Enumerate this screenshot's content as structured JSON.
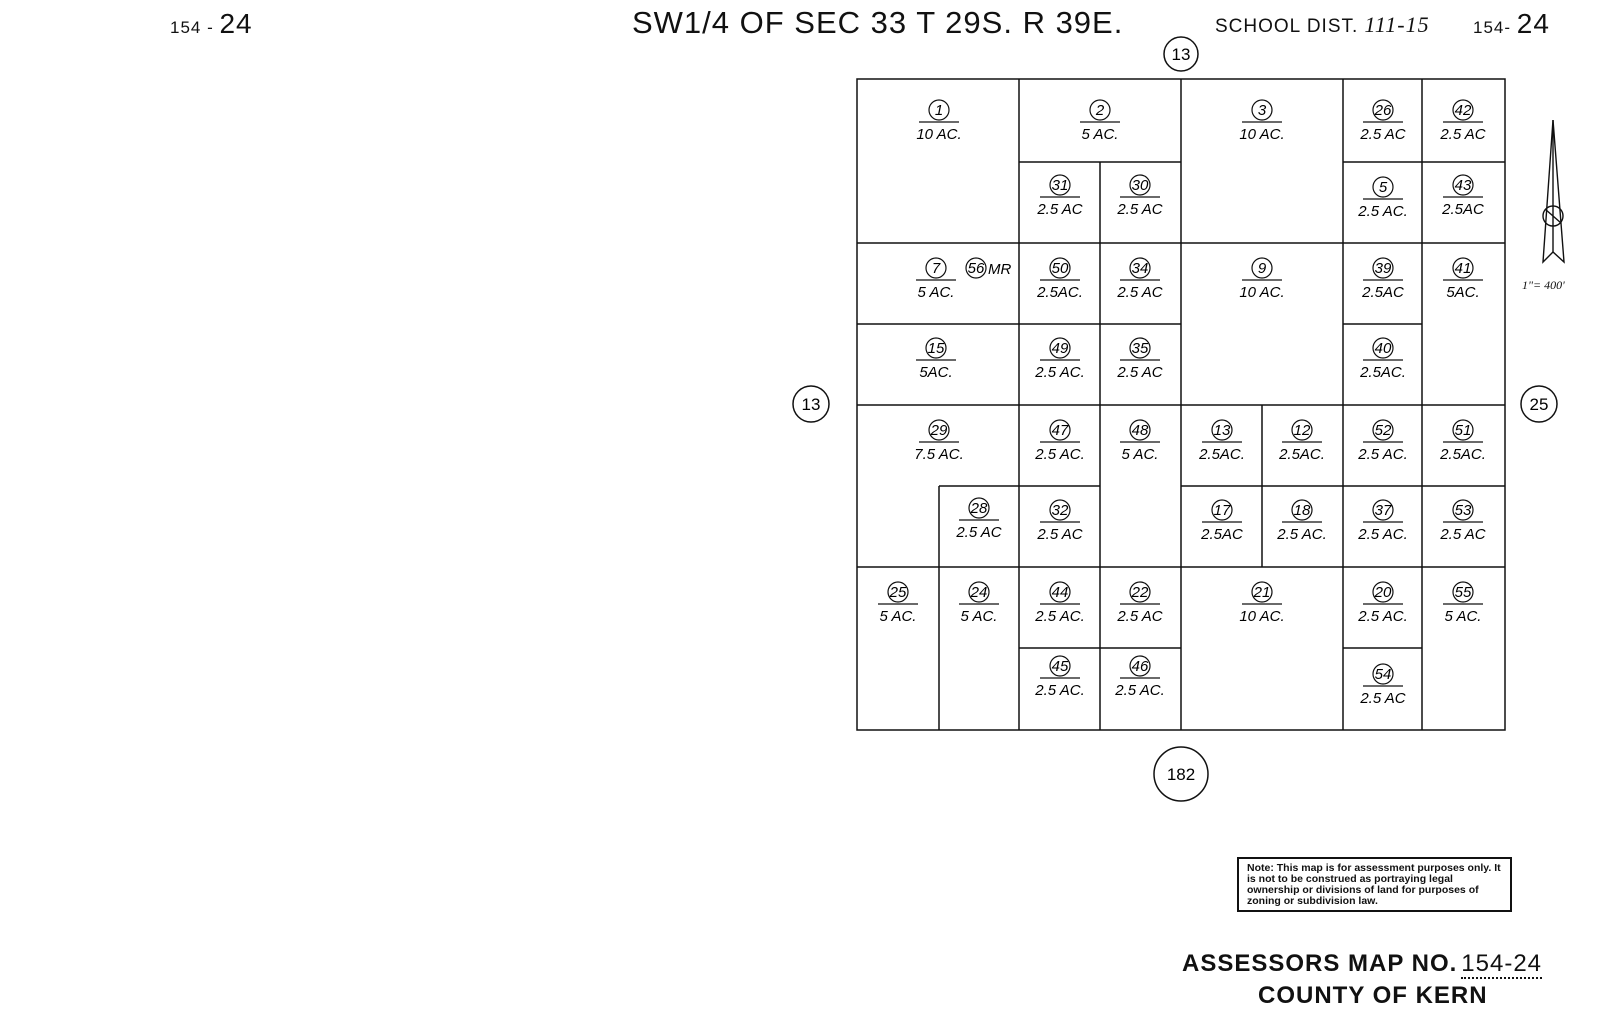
{
  "header": {
    "map_page_left_prefix": "154",
    "map_page_left_suffix": "24",
    "title": "SW1/4 OF SEC 33 T 29S. R 39E.",
    "school_label": "SCHOOL DIST.",
    "school_value": "111-15",
    "map_page_right_prefix": "154",
    "map_page_right_suffix": "24"
  },
  "scale": "1\"= 400'",
  "adjacent_maps": {
    "north": "13",
    "west": "13",
    "east": "25",
    "south": "182"
  },
  "parcels": [
    {
      "num": "1",
      "area": "10 AC."
    },
    {
      "num": "2",
      "area": "5 AC."
    },
    {
      "num": "3",
      "area": "10 AC."
    },
    {
      "num": "26",
      "area": "2.5 AC"
    },
    {
      "num": "42",
      "area": "2.5 AC"
    },
    {
      "num": "31",
      "area": "2.5 AC"
    },
    {
      "num": "30",
      "area": "2.5 AC"
    },
    {
      "num": "5",
      "area": "2.5 AC."
    },
    {
      "num": "43",
      "area": "2.5AC"
    },
    {
      "num": "7",
      "area": "5 AC."
    },
    {
      "num": "50",
      "area": "2.5AC."
    },
    {
      "num": "34",
      "area": "2.5 AC"
    },
    {
      "num": "9",
      "area": "10 AC."
    },
    {
      "num": "39",
      "area": "2.5AC"
    },
    {
      "num": "41",
      "area": "5AC."
    },
    {
      "num": "15",
      "area": "5AC."
    },
    {
      "num": "49",
      "area": "2.5 AC."
    },
    {
      "num": "35",
      "area": "2.5 AC"
    },
    {
      "num": "40",
      "area": "2.5AC."
    },
    {
      "num": "29",
      "area": "7.5 AC."
    },
    {
      "num": "47",
      "area": "2.5 AC."
    },
    {
      "num": "48",
      "area": "5 AC."
    },
    {
      "num": "13",
      "area": "2.5AC."
    },
    {
      "num": "12",
      "area": "2.5AC."
    },
    {
      "num": "52",
      "area": "2.5 AC."
    },
    {
      "num": "51",
      "area": "2.5AC."
    },
    {
      "num": "28",
      "area": "2.5 AC"
    },
    {
      "num": "32",
      "area": "2.5 AC"
    },
    {
      "num": "17",
      "area": "2.5AC"
    },
    {
      "num": "18",
      "area": "2.5 AC."
    },
    {
      "num": "37",
      "area": "2.5 AC."
    },
    {
      "num": "53",
      "area": "2.5 AC"
    },
    {
      "num": "25",
      "area": "5 AC."
    },
    {
      "num": "24",
      "area": "5 AC."
    },
    {
      "num": "44",
      "area": "2.5 AC."
    },
    {
      "num": "22",
      "area": "2.5 AC"
    },
    {
      "num": "21",
      "area": "10 AC."
    },
    {
      "num": "20",
      "area": "2.5 AC."
    },
    {
      "num": "55",
      "area": "5 AC."
    },
    {
      "num": "45",
      "area": "2.5 AC."
    },
    {
      "num": "46",
      "area": "2.5 AC."
    },
    {
      "num": "54",
      "area": "2.5 AC"
    }
  ],
  "mineral_rights": {
    "num": "56",
    "suffix": "MR"
  },
  "note": "Note: This map is for assessment purposes only. It is not to be construed as portraying legal ownership or divisions of land for purposes of zoning or subdivision law.",
  "footer": {
    "map_no_label": "ASSESSORS MAP NO.",
    "map_no_value": "154-24",
    "county": "COUNTY OF KERN"
  },
  "colors": {
    "ink": "#111111",
    "paper": "#ffffff"
  },
  "icons": [
    "north-arrow-icon"
  ]
}
